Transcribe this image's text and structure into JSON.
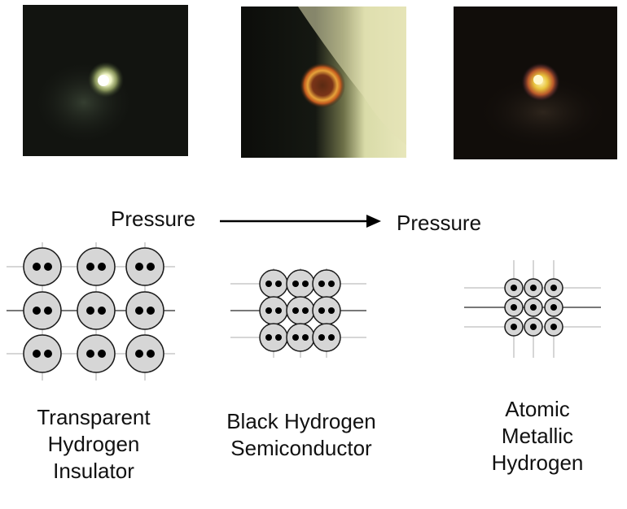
{
  "photos": [
    {
      "id": "photo-1",
      "alt": "Transparent hydrogen sample in diamond anvil cell"
    },
    {
      "id": "photo-2",
      "alt": "Black hydrogen sample in diamond anvil cell"
    },
    {
      "id": "photo-3",
      "alt": "Metallic hydrogen sample in diamond anvil cell"
    }
  ],
  "arrow": {
    "left_label": "Pressure",
    "right_label": "Pressure"
  },
  "phases": [
    {
      "caption_lines": [
        "Transparent",
        "Hydrogen",
        "Insulator"
      ],
      "lattice": "molecular-wide"
    },
    {
      "caption_lines": [
        "Black Hydrogen",
        "Semiconductor"
      ],
      "lattice": "molecular-compressed"
    },
    {
      "caption_lines": [
        "Atomic",
        "Metallic",
        "Hydrogen"
      ],
      "lattice": "atomic"
    }
  ],
  "colors": {
    "circle_fill": "#d6d6d6",
    "circle_stroke": "#1a1a1a",
    "nucleus": "#000000",
    "grid": "#c8c8c8",
    "text": "#111111"
  }
}
